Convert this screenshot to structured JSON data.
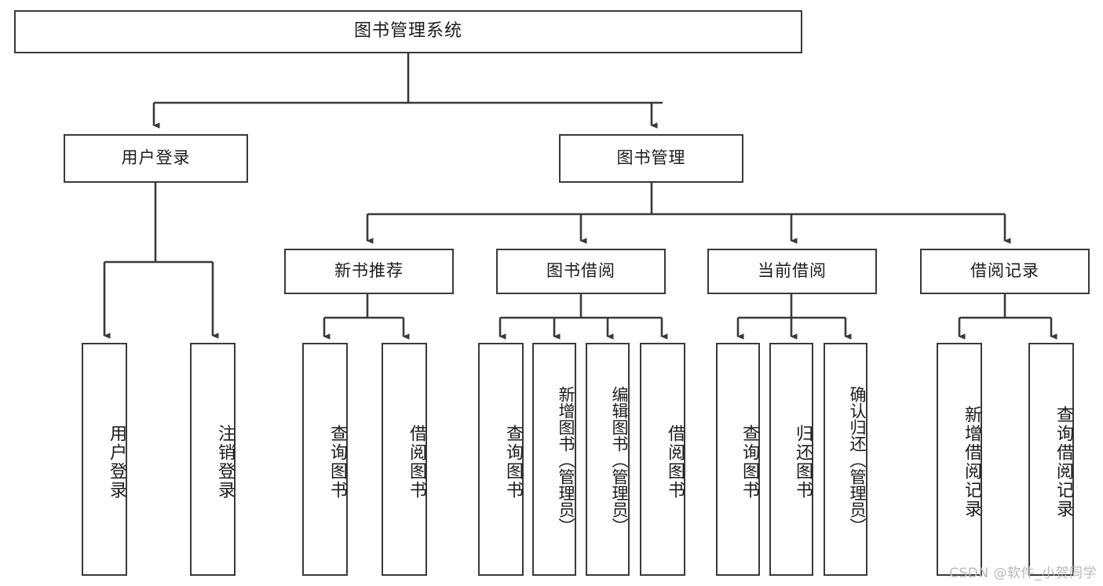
{
  "diagram": {
    "type": "tree",
    "title": "图书管理系统",
    "stroke_color": "#3a3a3a",
    "fill_color": "#ffffff",
    "text_color": "#1b1b1b",
    "levels": [
      {
        "level": 1,
        "nodes": [
          {
            "id": "root",
            "label": "图书管理系统",
            "orientation": "horizontal"
          }
        ]
      },
      {
        "level": 2,
        "nodes": [
          {
            "id": "user-login",
            "label": "用户登录",
            "orientation": "horizontal"
          },
          {
            "id": "book-manage",
            "label": "图书管理",
            "orientation": "horizontal"
          }
        ]
      },
      {
        "level": 3,
        "nodes": [
          {
            "id": "new-book-recommend",
            "label": "新书推荐",
            "orientation": "horizontal"
          },
          {
            "id": "book-borrow",
            "label": "图书借阅",
            "orientation": "horizontal"
          },
          {
            "id": "current-borrow",
            "label": "当前借阅",
            "orientation": "horizontal"
          },
          {
            "id": "borrow-record",
            "label": "借阅记录",
            "orientation": "horizontal"
          }
        ]
      },
      {
        "level": 4,
        "nodes": [
          {
            "id": "leaf-user-login",
            "label": "用户登录",
            "orientation": "vertical",
            "parent": "user-login"
          },
          {
            "id": "leaf-logout",
            "label": "注销登录",
            "orientation": "vertical",
            "parent": "user-login"
          },
          {
            "id": "leaf-query-book-1",
            "label": "查询图书",
            "orientation": "vertical",
            "parent": "new-book-recommend"
          },
          {
            "id": "leaf-borrow-book-1",
            "label": "借阅图书",
            "orientation": "vertical",
            "parent": "new-book-recommend"
          },
          {
            "id": "leaf-query-book-2",
            "label": "查询图书",
            "orientation": "vertical",
            "parent": "book-borrow"
          },
          {
            "id": "leaf-add-book",
            "label": "新增图书（管理员）",
            "orientation": "vertical",
            "parent": "book-borrow"
          },
          {
            "id": "leaf-edit-book",
            "label": "编辑图书（管理员）",
            "orientation": "vertical",
            "parent": "book-borrow"
          },
          {
            "id": "leaf-borrow-book-2",
            "label": "借阅图书",
            "orientation": "vertical",
            "parent": "book-borrow"
          },
          {
            "id": "leaf-query-book-3",
            "label": "查询图书",
            "orientation": "vertical",
            "parent": "current-borrow"
          },
          {
            "id": "leaf-return-book",
            "label": "归还图书",
            "orientation": "vertical",
            "parent": "current-borrow"
          },
          {
            "id": "leaf-confirm-return",
            "label": "确认归还（管理员）",
            "orientation": "vertical",
            "parent": "current-borrow"
          },
          {
            "id": "leaf-add-record",
            "label": "新增借阅记录",
            "orientation": "vertical",
            "parent": "borrow-record"
          },
          {
            "id": "leaf-query-record",
            "label": "查询借阅记录",
            "orientation": "vertical",
            "parent": "borrow-record"
          }
        ]
      }
    ]
  },
  "watermark": {
    "text": "CSDN @软件_小贺同学"
  }
}
